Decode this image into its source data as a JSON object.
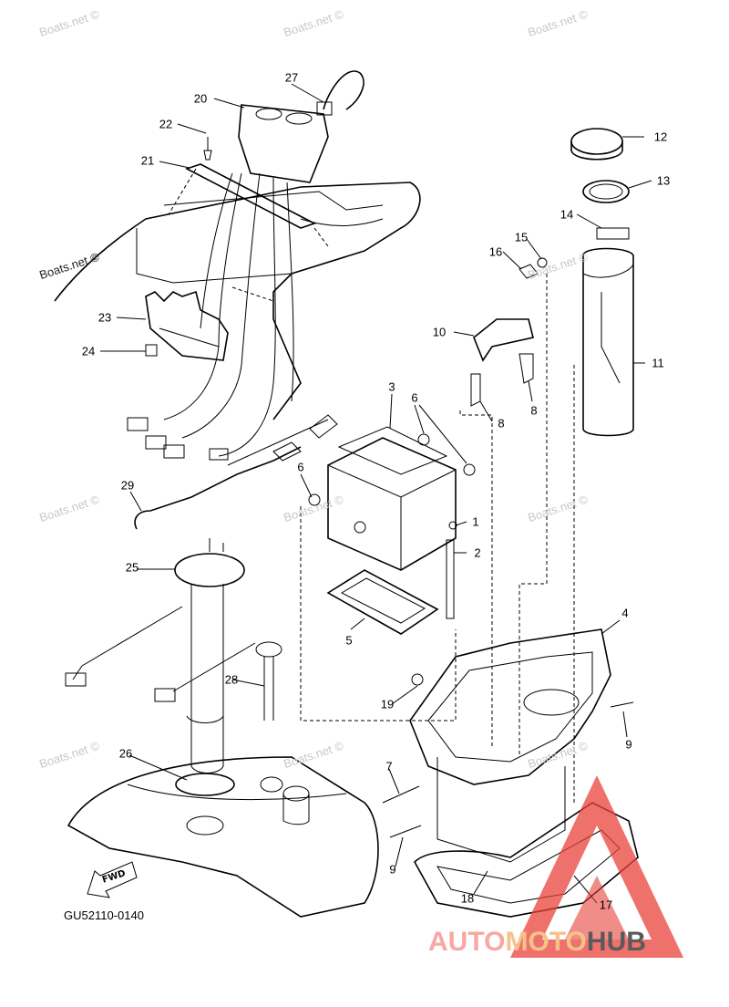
{
  "watermark": "Boats.net ©",
  "code": "GU52110-0140",
  "fwd": "FWD",
  "logo": {
    "part1": "AUTO",
    "part2": "MOTO",
    "part3": "HUB"
  },
  "labels": [
    "1",
    "2",
    "3",
    "4",
    "5",
    "6",
    "6",
    "7",
    "8",
    "8",
    "9",
    "9",
    "10",
    "11",
    "12",
    "13",
    "14",
    "15",
    "16",
    "17",
    "18",
    "19",
    "20",
    "21",
    "22",
    "23",
    "24",
    "25",
    "26",
    "27",
    "28",
    "29"
  ],
  "colors": {
    "logo_triangle": "#e8413a",
    "logo_auto": "#f7a8a3",
    "logo_moto": "#f5c38a",
    "logo_hub": "#5a5a5a"
  }
}
